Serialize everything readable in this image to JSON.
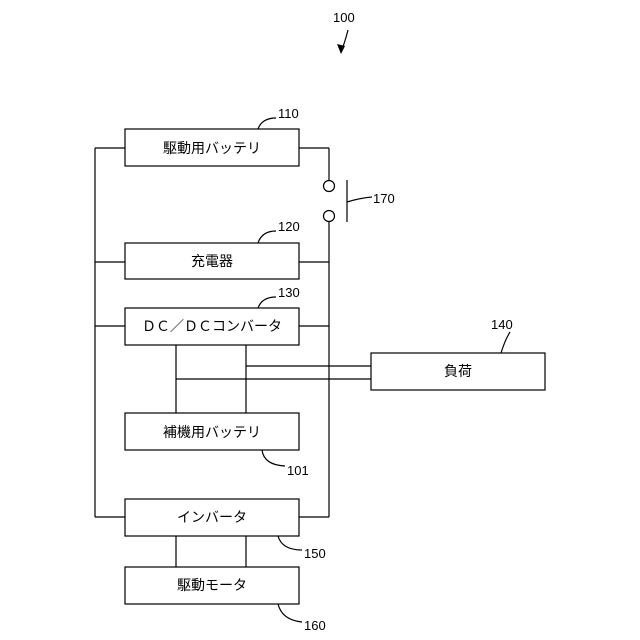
{
  "figure_ref": "100",
  "blocks": {
    "drive_battery": {
      "label": "駆動用バッテリ",
      "ref": "110"
    },
    "charger": {
      "label": "充電器",
      "ref": "120"
    },
    "dcdc_converter": {
      "label": "ＤＣ／ＤＣコンバータ",
      "ref": "130"
    },
    "load": {
      "label": "負荷",
      "ref": "140"
    },
    "aux_battery": {
      "label": "補機用バッテリ",
      "ref": "101"
    },
    "inverter": {
      "label": "インバータ",
      "ref": "150"
    },
    "drive_motor": {
      "label": "駆動モータ",
      "ref": "160"
    },
    "switch": {
      "ref": "170"
    }
  }
}
